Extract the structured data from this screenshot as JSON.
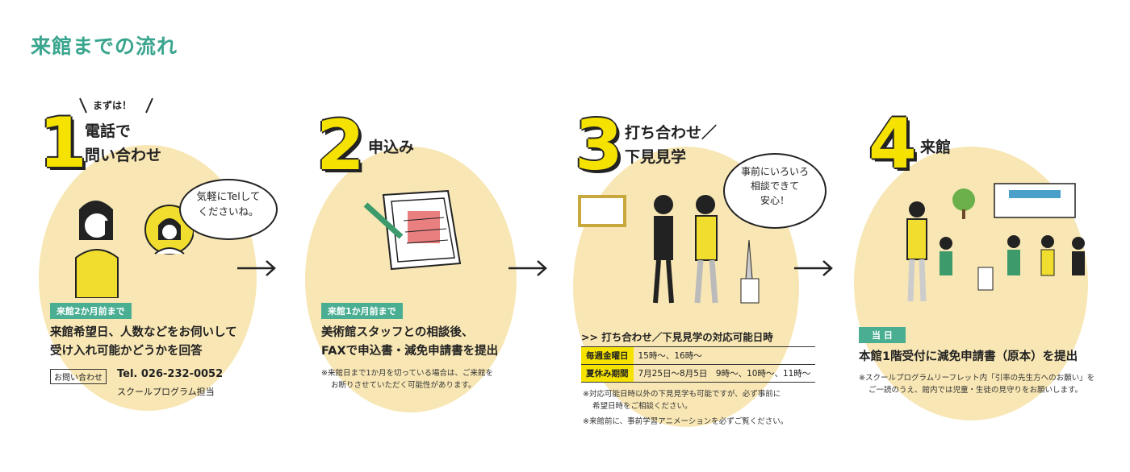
{
  "page_title": "来館までの流れ",
  "step1": {
    "number": "1",
    "kicker": "まずは！",
    "heading1": "電話で",
    "heading2": "問い合わせ",
    "bubble1": "気軽にTelして",
    "bubble2": "くださいね。",
    "timing": "来館2か月前まで",
    "main1": "来館希望日、人数などをお伺いして",
    "main2": "受け入れ可能かどうかを回答",
    "contact_label": "お問い合わせ",
    "tel": "Tel. 026-232-0052",
    "department": "スクールプログラム担当"
  },
  "step2": {
    "number": "2",
    "heading": "申込み",
    "timing": "来館1か月前まで",
    "main1": "美術館スタッフとの相談後、",
    "main2": "FAXで申込書・減免申請書を提出",
    "note1": "※来館日まで1か月を切っている場合は、ご来館を",
    "note2": "お断りさせていただく可能性があります。"
  },
  "step3": {
    "number": "3",
    "heading1": "打ち合わせ／",
    "heading2": "下見見学",
    "bubble1": "事前にいろいろ",
    "bubble2": "相談できて",
    "bubble3": "安心！",
    "schedule_title": ">> 打ち合わせ／下見見学の対応可能日時",
    "row1_label": "毎週金曜日",
    "row1_value": "15時〜、16時〜",
    "row2_label": "夏休み期間",
    "row2_value": "7月25日〜8月5日　9時〜、10時〜、11時〜",
    "note1": "※対応可能日時以外の下見見学も可能ですが、必ず事前に",
    "note2": "希望日時をご相談ください。",
    "note3": "※来館前に、事前学習アニメーションを必ずご覧ください。"
  },
  "step4": {
    "number": "4",
    "heading": "来館",
    "timing": "当 日",
    "main1": "本館1階受付に減免申請書（原本）を提出",
    "note1": "※スクールプログラムリーフレット内「引率の先生方へのお願い」を",
    "note2": "ご一読のうえ、館内では児童・生徒の見守りをお願いします。"
  },
  "colors": {
    "accent_green": "#3aa58e",
    "number_yellow": "#f5e200",
    "blob_beige": "#f8e7b4",
    "tag_green": "#4aae93"
  }
}
